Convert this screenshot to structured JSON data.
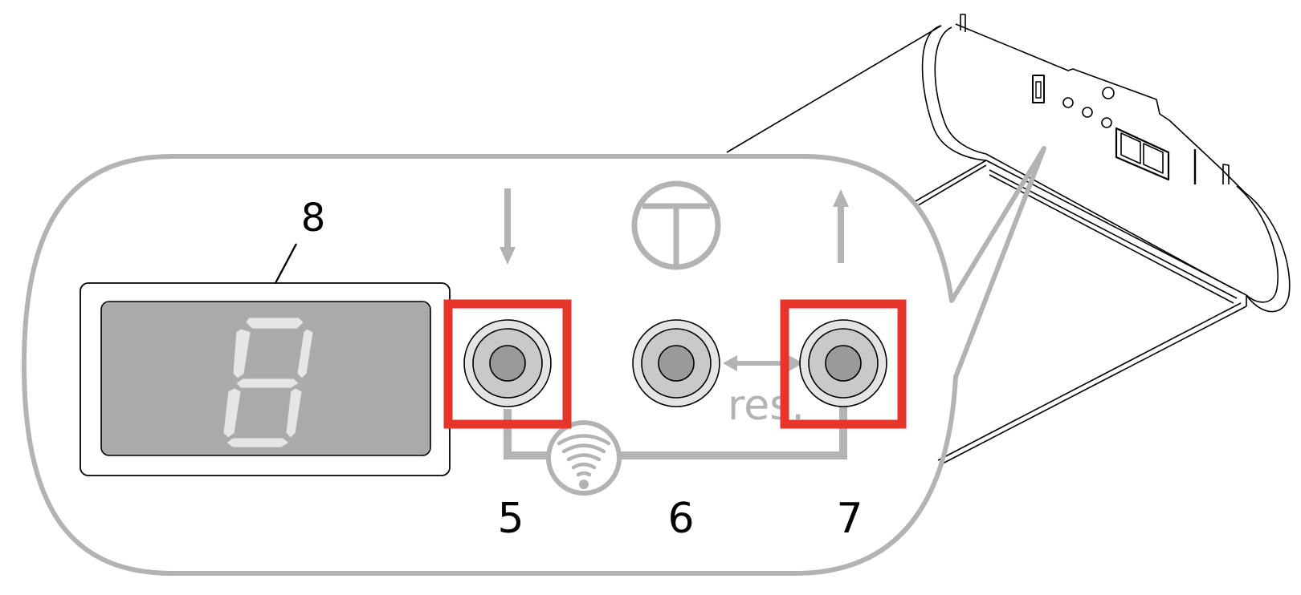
{
  "labels": {
    "display_callout": "8",
    "button_down": "5",
    "button_mode": "6",
    "button_up": "7",
    "reset_text": "res."
  },
  "display": {
    "digit": "8"
  },
  "colors": {
    "panel_outline": "#b3b3b3",
    "highlight": "#e8352b",
    "display_screen": "#aaaaaa",
    "segment": "#e6e6e6",
    "button_outer": "#e4e4e4",
    "button_middle": "#c9c9c9",
    "button_core": "#9a9a9a",
    "line_art": "#000000"
  },
  "icons": {
    "down_arrow": "arrow-down-icon",
    "up_arrow": "arrow-up-icon",
    "thermostat": "thermostat-t-icon",
    "wireless": "wifi-icon",
    "reset_link": "double-arrow-icon"
  },
  "highlighted_buttons": [
    "5",
    "7"
  ]
}
